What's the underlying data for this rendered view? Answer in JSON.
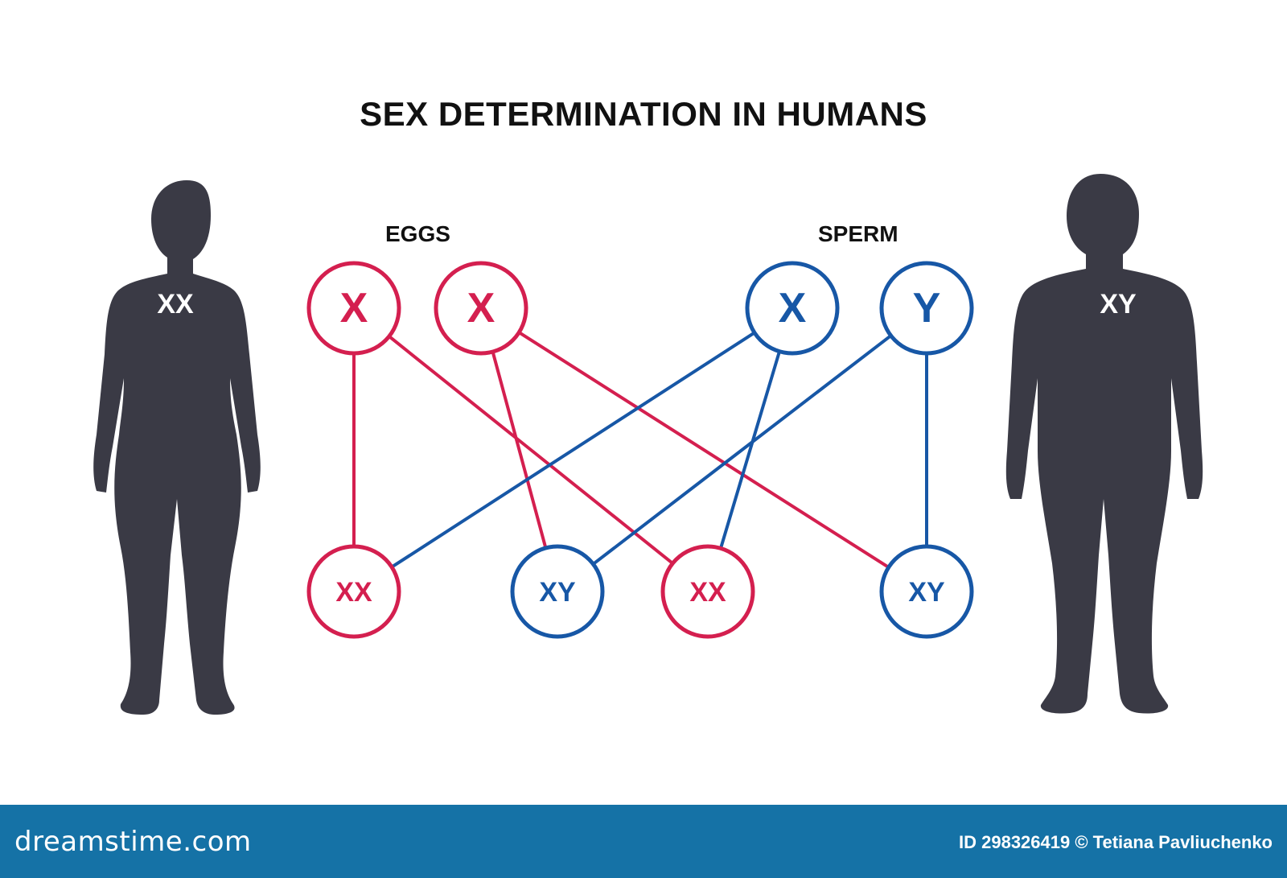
{
  "title": "SEX DETERMINATION IN HUMANS",
  "colors": {
    "egg": "#d41f4f",
    "sperm": "#1757a6",
    "silhouette": "#3a3a45",
    "footer": "#1572a6"
  },
  "figures": {
    "female": {
      "label": "XX"
    },
    "male": {
      "label": "XY"
    }
  },
  "groups": {
    "eggs": "EGGS",
    "sperm": "SPERM"
  },
  "gametes": [
    {
      "id": "egg1",
      "label": "X",
      "kind": "egg"
    },
    {
      "id": "egg2",
      "label": "X",
      "kind": "egg"
    },
    {
      "id": "sperm1",
      "label": "X",
      "kind": "sperm"
    },
    {
      "id": "sperm2",
      "label": "Y",
      "kind": "sperm"
    }
  ],
  "offspring": [
    {
      "id": "off1",
      "label": "XX",
      "kind": "egg"
    },
    {
      "id": "off2",
      "label": "XY",
      "kind": "sperm"
    },
    {
      "id": "off3",
      "label": "XX",
      "kind": "egg"
    },
    {
      "id": "off4",
      "label": "XY",
      "kind": "sperm"
    }
  ],
  "connections": [
    {
      "from": "egg1",
      "to": "off1",
      "kind": "egg"
    },
    {
      "from": "egg1",
      "to": "off3",
      "kind": "egg"
    },
    {
      "from": "egg2",
      "to": "off2",
      "kind": "egg"
    },
    {
      "from": "egg2",
      "to": "off4",
      "kind": "egg"
    },
    {
      "from": "sperm1",
      "to": "off1",
      "kind": "sperm"
    },
    {
      "from": "sperm1",
      "to": "off3",
      "kind": "sperm"
    },
    {
      "from": "sperm2",
      "to": "off2",
      "kind": "sperm"
    },
    {
      "from": "sperm2",
      "to": "off4",
      "kind": "sperm"
    }
  ],
  "footer": {
    "site": "dreamstime.com",
    "credit": "ID 298326419 © Tetiana Pavliuchenko"
  }
}
